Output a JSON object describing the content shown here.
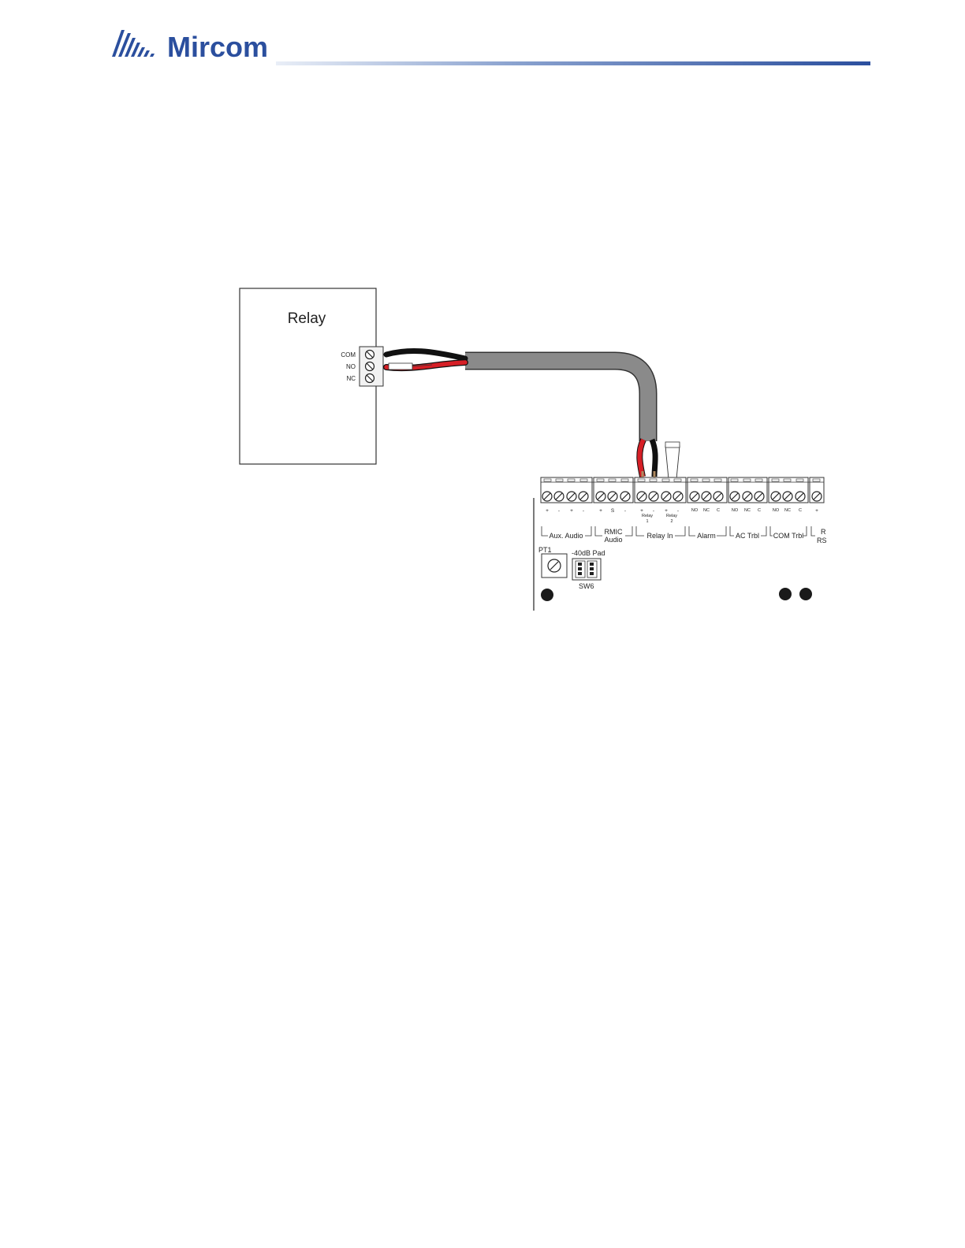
{
  "header": {
    "brand": "Mircom",
    "brand_color": "#2b4f9e"
  },
  "relay_device": {
    "title": "Relay",
    "terminals": [
      "COM",
      "NO",
      "NC"
    ]
  },
  "board": {
    "groups": [
      {
        "id": "aux-audio",
        "label": "Aux. Audio",
        "pins": [
          "+",
          "-",
          "+",
          "-"
        ]
      },
      {
        "id": "rmic-audio",
        "label_line1": "RMIC",
        "label_line2": "Audio",
        "pins": [
          "+",
          "S",
          "-"
        ]
      },
      {
        "id": "relay-in",
        "label": "Relay In",
        "pins": [
          "+",
          "-",
          "+",
          "-"
        ],
        "sub_labels": [
          "Relay",
          "1",
          "Relay",
          "2"
        ]
      },
      {
        "id": "alarm",
        "label": "Alarm",
        "pins": [
          "NO",
          "NC",
          "C"
        ]
      },
      {
        "id": "ac-trbl",
        "label": "AC Trbl",
        "pins": [
          "NO",
          "NC",
          "C"
        ]
      },
      {
        "id": "com-trbl",
        "label": "COM Trbl",
        "pins": [
          "NO",
          "NC",
          "C"
        ]
      },
      {
        "id": "cut-group",
        "label": "R",
        "label_line2": "RS",
        "pins": [
          "+"
        ]
      }
    ],
    "pt1_label": "PT1",
    "pad_label": "-40dB Pad",
    "sw6_label": "SW6"
  },
  "colors": {
    "cable": "#8a8a8a",
    "wire_red": "#d61f26",
    "wire_black": "#111111"
  }
}
